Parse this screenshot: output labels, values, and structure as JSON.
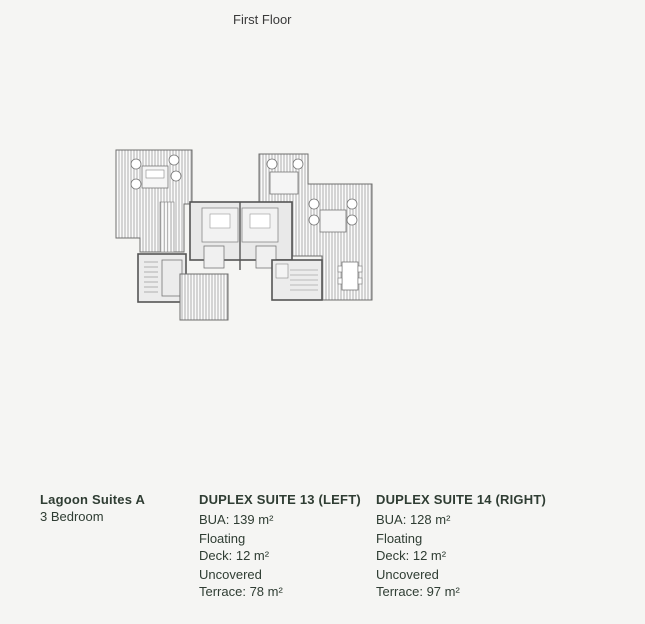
{
  "floor_title": "First Floor",
  "project": {
    "name": "Lagoon Suites A",
    "bedrooms": "3 Bedroom"
  },
  "suites": [
    {
      "title": "DUPLEX SUITE 13 (LEFT)",
      "bua": "BUA: 139 m²",
      "floating_1": "Floating",
      "floating_2": "Deck: 12 m²",
      "uncovered_1": "Uncovered",
      "uncovered_2": "Terrace: 78 m²"
    },
    {
      "title": "DUPLEX SUITE 14 (RIGHT)",
      "bua": "BUA: 128 m²",
      "floating_1": "Floating",
      "floating_2": "Deck: 12 m²",
      "uncovered_1": "Uncovered",
      "uncovered_2": "Terrace: 97 m²"
    }
  ],
  "colors": {
    "background": "#f5f5f3",
    "text": "#2f3d33",
    "plan_line": "#7a7a7a"
  }
}
